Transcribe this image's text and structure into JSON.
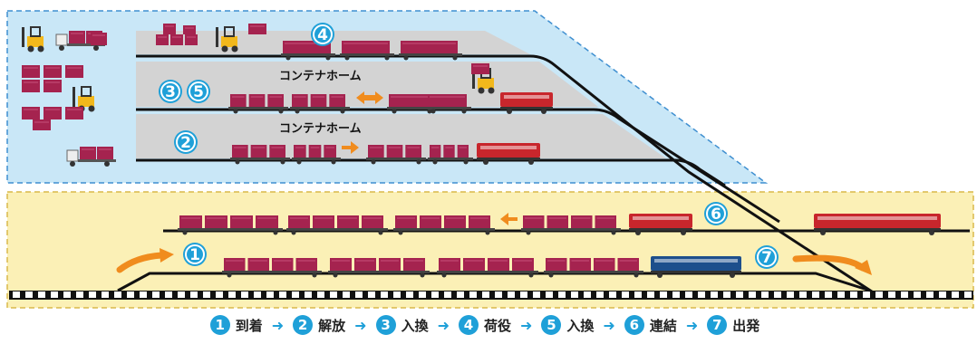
{
  "platform_label_upper": "コンテナホーム",
  "platform_label_lower": "コンテナホーム",
  "markers": {
    "m1": "1",
    "m2": "2",
    "m3": "3",
    "m4": "4",
    "m5": "5",
    "m6": "6",
    "m7": "7"
  },
  "legend": [
    {
      "num": "1",
      "label": "到着"
    },
    {
      "num": "2",
      "label": "解放"
    },
    {
      "num": "3",
      "label": "入換"
    },
    {
      "num": "4",
      "label": "荷役"
    },
    {
      "num": "5",
      "label": "入換"
    },
    {
      "num": "6",
      "label": "連結"
    },
    {
      "num": "7",
      "label": "出発"
    }
  ],
  "colors": {
    "upper_area": "#c9e7f7",
    "lower_area": "#fbf0b6",
    "platform": "#d3d3d3",
    "container": "#a5234f",
    "marker": "#1fa0d8",
    "arrow": "#f08c1e",
    "blue_loco": "#1d4f8c",
    "red_loco": "#c8262c"
  }
}
